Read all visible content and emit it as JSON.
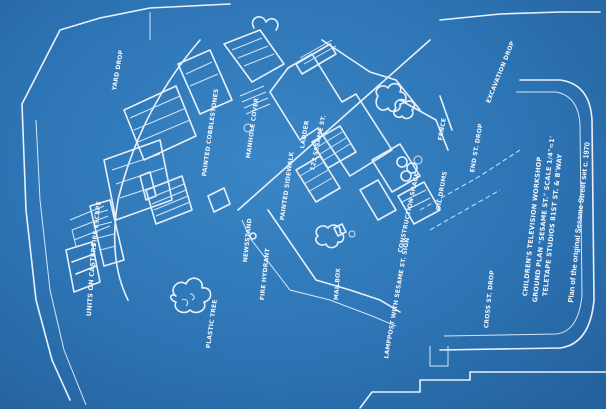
{
  "labels": {
    "units_on_casters": "UNITS ON CASTERS",
    "yard_drop": "YARD DROP",
    "fire_escape": "FIRE ESCAPE",
    "plastic_tree": "PLASTIC TREE",
    "newsstand": "NEWSSTAND",
    "fire_hydrant": "FIRE HYDRANT",
    "painted_sidewalk": "PAINTED SIDEWALK",
    "painted_cobblestones": "PAINTED COBBLESTONES",
    "manhole_cover": "MANHOLE COVER",
    "mailbox": "MAILBOX",
    "lamppost": "LAMPPOST WITH SESAME ST. SIGN",
    "sesame_123": "123 SESAME ST.",
    "oil_drums": "OIL DRUMS",
    "end_st_drop": "END ST. DROP",
    "cross_st_drop": "CROSS ST. DROP",
    "fence": "FENCE",
    "excavation_drop": "EXCAVATION DROP",
    "ladder": "LADDER",
    "construction": "CONSTRUCTION SHACK"
  },
  "title_block": {
    "line1": "CHILDREN'S TELEVISION WORKSHOP",
    "line2": "GROUND PLAN \"SESAME ST.\" SCALE 1/4\"=1'",
    "line3": "TELETAPE STUDIOS 81ST ST. & B'WAY"
  },
  "caption": "Plan of the original Sesame Street set c. 1970"
}
